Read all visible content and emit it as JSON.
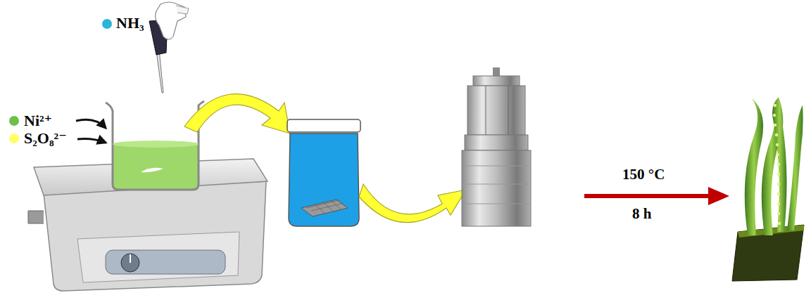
{
  "diagram": {
    "labels": [
      "150 °C",
      "8 h"
    ],
    "legend": [
      {
        "text": "NH₃",
        "color": "#29b6d8"
      },
      {
        "text": "Ni²⁺",
        "color": "#6cbf4a"
      },
      {
        "text": "S₂O₈²⁻",
        "color": "#ffff66"
      }
    ]
  }
}
